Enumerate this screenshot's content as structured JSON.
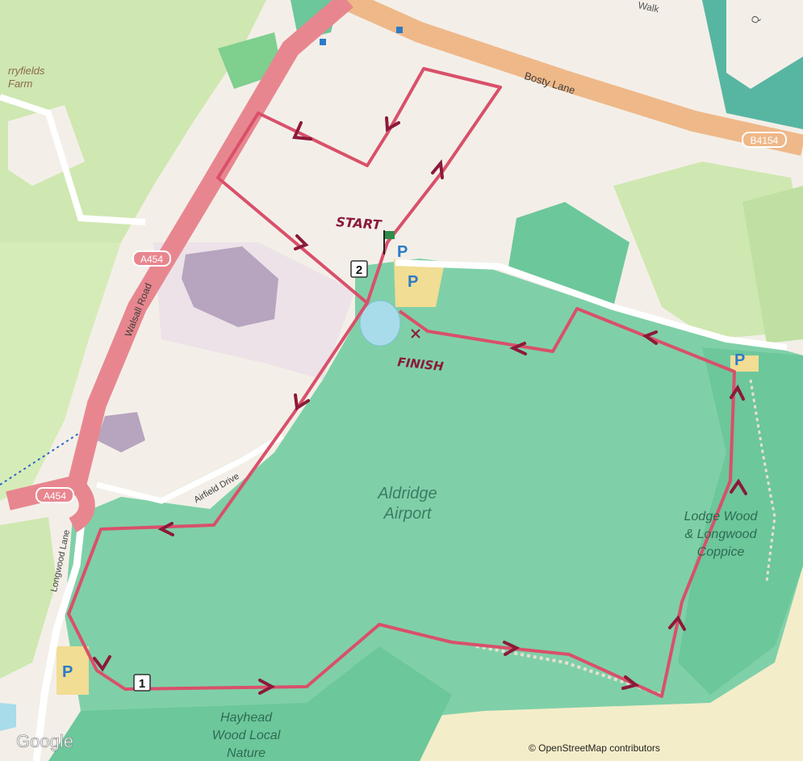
{
  "map": {
    "labels": {
      "farm_line1": "rryfields",
      "farm_line2": "Farm",
      "bosty_lane": "Bosty Lane",
      "b4154": "B4154",
      "a454_top": "A454",
      "a454_bottom": "A454",
      "walsall_road": "Walsall Road",
      "airfield_drive": "Airfield Drive",
      "longwood_lane": "Longwood Lane",
      "airport_line1": "Aldridge",
      "airport_line2": "Airport",
      "lodge_line1": "Lodge Wood",
      "lodge_line2": "& Longwood",
      "lodge_line3": "Coppice",
      "hayhead_line1": "Hayhead",
      "hayhead_line2": "Wood Local",
      "hayhead_line3": "Nature",
      "top_cut_1": "Walk",
      "top_cut_2": "Q",
      "copyright": "© OpenStreetMap contributors",
      "google": "Google"
    },
    "parking_symbol": "P",
    "annotations": {
      "start": "START",
      "finish": "FINISH"
    },
    "waypoints": [
      {
        "id": "wp-1",
        "label": "1"
      },
      {
        "id": "wp-2",
        "label": "2"
      }
    ],
    "colors": {
      "route": "#d9506a",
      "arrow": "#8b1a3a",
      "handwriting": "#8b1a3a",
      "wood": "#6cc79b",
      "airfield": "#7fd0a8",
      "field": "#cde7b0",
      "main_road": "#e8868f",
      "b_road": "#efb889",
      "water": "#a8dcea",
      "parking_text": "#2b7bc8"
    }
  }
}
